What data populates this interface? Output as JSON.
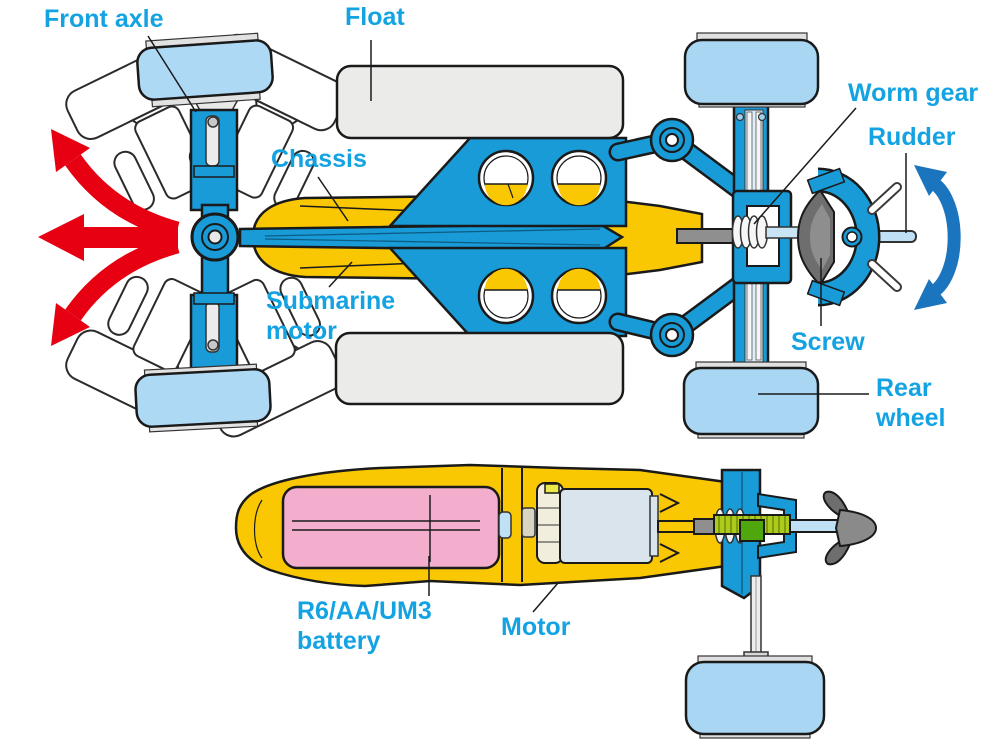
{
  "diagram": {
    "labels": {
      "front_axle": "Front axle",
      "float": "Float",
      "worm_gear": "Worm gear",
      "rudder": "Rudder",
      "chassis": "Chassis",
      "submarine_motor": "Submarine\nmotor",
      "screw": "Screw",
      "rear_wheel": "Rear\nwheel",
      "battery": "R6/AA/UM3\nbattery",
      "motor": "Motor"
    },
    "colors": {
      "label_text": "#14A3E2",
      "body_blue": "#189BD7",
      "wheel_light_blue": "#A9D6F2",
      "hull_yellow": "#F9C802",
      "battery_pink": "#F3AECE",
      "float_gray": "#EBEBE9",
      "steering_arrow_red": "#E60012",
      "rudder_arrow_blue": "#1B74BE",
      "worm_wheel_green": "#A9CB1A",
      "propeller_gray": "#6E6E6E"
    }
  }
}
